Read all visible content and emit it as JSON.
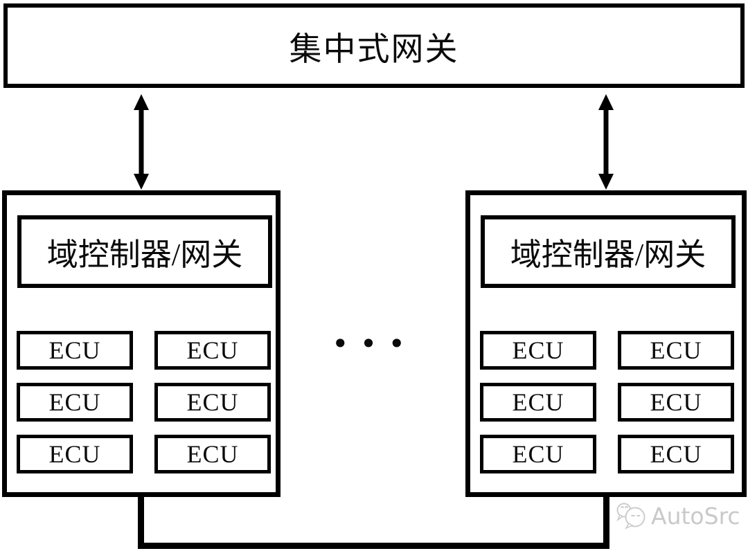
{
  "diagram": {
    "gateway": {
      "label": "集中式网关"
    },
    "domains": [
      {
        "header": "域控制器/网关",
        "ecus": [
          "ECU",
          "ECU",
          "ECU",
          "ECU",
          "ECU",
          "ECU"
        ]
      },
      {
        "header": "域控制器/网关",
        "ecus": [
          "ECU",
          "ECU",
          "ECU",
          "ECU",
          "ECU",
          "ECU"
        ]
      }
    ],
    "separator_dots": "•••",
    "colors": {
      "line": "#000000",
      "background": "#ffffff",
      "watermark": "#c9c9c9"
    }
  },
  "watermark": {
    "text": "AutoSrc",
    "logo": "wechat-bubbles-icon"
  }
}
